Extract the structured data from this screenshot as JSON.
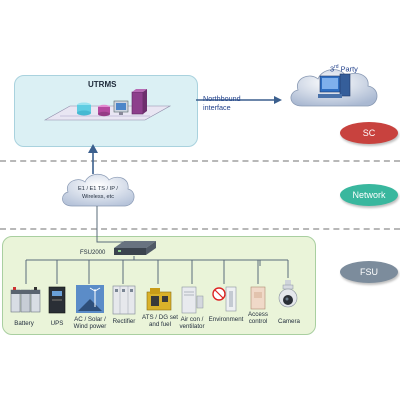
{
  "utrms": {
    "label": "UTRMS"
  },
  "northbound": {
    "line1": "Northbound",
    "line2": "interface"
  },
  "third_party": {
    "super": "rd",
    "pre": "3",
    "post": " Party"
  },
  "badges": {
    "sc": "SC",
    "network": "Network",
    "fsu": "FSU"
  },
  "cloud": {
    "line1": "E1 / E1 TS / IP /",
    "line2": "Wireless, etc"
  },
  "fsu_device": {
    "label": "FSU2000"
  },
  "devices": [
    {
      "label": "Battery"
    },
    {
      "label": "UPS"
    },
    {
      "label": "AC / Solar /\nWind power"
    },
    {
      "label": "Rectifier"
    },
    {
      "label": "ATS / DG set\nand fuel"
    },
    {
      "label": "Air con /\nventilator"
    },
    {
      "label": "Environment"
    },
    {
      "label": "Access\ncontrol"
    },
    {
      "label": "Camera"
    }
  ],
  "colors": {
    "top_panel": "#dbf0f4",
    "bottom_panel": "#eaf4d9",
    "sc": "#c8423e",
    "network": "#39b79e",
    "fsu": "#7c8c9c",
    "arrow": "#3b5f8e"
  }
}
